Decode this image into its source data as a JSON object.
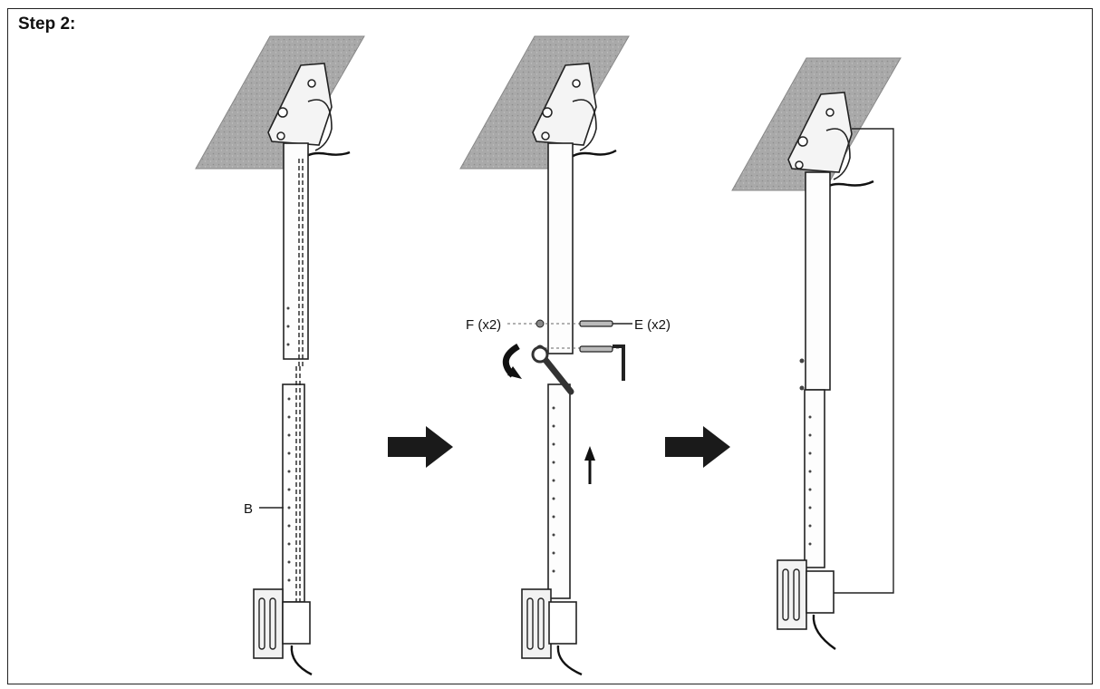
{
  "page": {
    "title": "Step 2:"
  },
  "callouts": {
    "part_b": "B",
    "part_f": "F (x2)",
    "part_e": "E (x2)"
  },
  "colors": {
    "panel": "#a8a8a8",
    "line": "#222222",
    "arrow": "#1a1a1a"
  }
}
